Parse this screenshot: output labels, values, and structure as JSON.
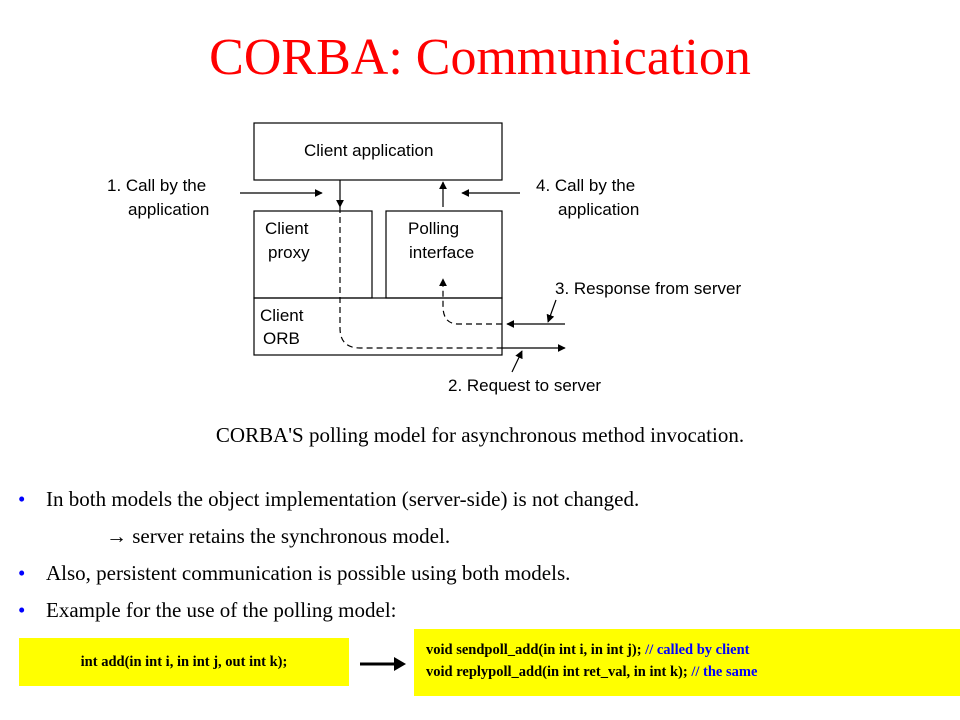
{
  "title": "CORBA: Communication",
  "diagram": {
    "client_application": "Client application",
    "client_proxy": [
      "Client",
      "proxy"
    ],
    "polling_interface": [
      "Polling",
      "interface"
    ],
    "client_orb": [
      "Client",
      "ORB"
    ],
    "call_by_app_1": [
      "1. Call by the",
      "application"
    ],
    "call_by_app_4": [
      "4. Call by the",
      "application"
    ],
    "response_from_server": "3. Response from server",
    "request_to_server": "2. Request to server"
  },
  "caption": "CORBA'S polling model for asynchronous method invocation.",
  "bullets": [
    "In both models the object implementation (server-side) is not changed.",
    "Also, persistent communication is possible using both models.",
    "Example for the use of the polling model:"
  ],
  "sub_point": "server retains the synchronous model.",
  "code": {
    "original": "int add(in int i, in int j, out int k);",
    "sendpoll": "void sendpoll_add(in int i, in int j);",
    "sendpoll_comment": "// called by client",
    "replypoll": "void replypoll_add(in int ret_val, in int k);",
    "replypoll_comment": "// the  same"
  }
}
